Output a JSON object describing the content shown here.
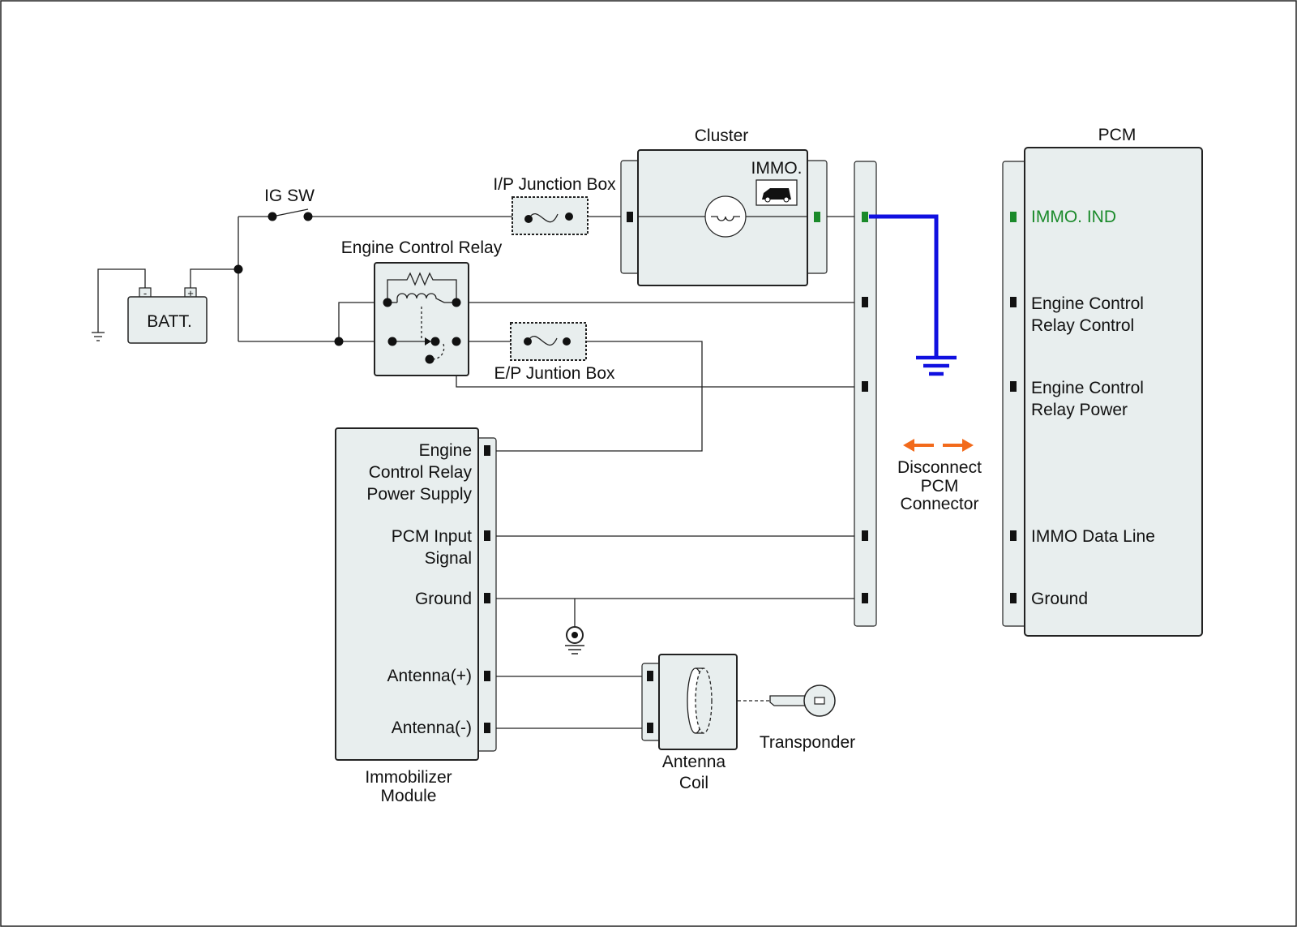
{
  "colors": {
    "component_fill": "#e8eeee",
    "ground_line": "#1010e0",
    "indicator": "#1a8a2a",
    "disconnect_arrow": "#f26a1b"
  },
  "labels": {
    "ig_sw": "IG SW",
    "batt": "BATT.",
    "batt_minus": "-",
    "batt_plus": "+",
    "ip_junction_box": "I/P Junction Box",
    "ep_junction_box": "E/P Juntion Box",
    "engine_control_relay": "Engine Control Relay",
    "cluster": "Cluster",
    "immo": "IMMO.",
    "pcm": "PCM",
    "disconnect": [
      "Disconnect",
      "PCM",
      "Connector"
    ],
    "immobilizer_module": [
      "Immobilizer",
      "Module"
    ],
    "antenna_coil": [
      "Antenna",
      "Coil"
    ],
    "transponder": "Transponder"
  },
  "pcm_pins": [
    {
      "lines": [
        "IMMO. IND"
      ],
      "indicator": true
    },
    {
      "lines": [
        "Engine Control",
        "Relay Control"
      ]
    },
    {
      "lines": [
        "Engine Control",
        "Relay Power"
      ]
    },
    {
      "lines": [
        "IMMO Data Line"
      ]
    },
    {
      "lines": [
        "Ground"
      ]
    }
  ],
  "immobilizer_pins": [
    {
      "lines": [
        "Engine",
        "Control Relay",
        "Power Supply"
      ]
    },
    {
      "lines": [
        "PCM Input",
        "Signal"
      ]
    },
    {
      "lines": [
        "Ground"
      ]
    },
    {
      "lines": [
        "Antenna(+)"
      ]
    },
    {
      "lines": [
        "Antenna(-)"
      ]
    }
  ],
  "icons": [
    "ground-symbol-icon",
    "chassis-ground-icon",
    "lamp-icon",
    "car-icon",
    "key-icon",
    "coil-icon",
    "resistor-icon",
    "fuse-icon"
  ]
}
